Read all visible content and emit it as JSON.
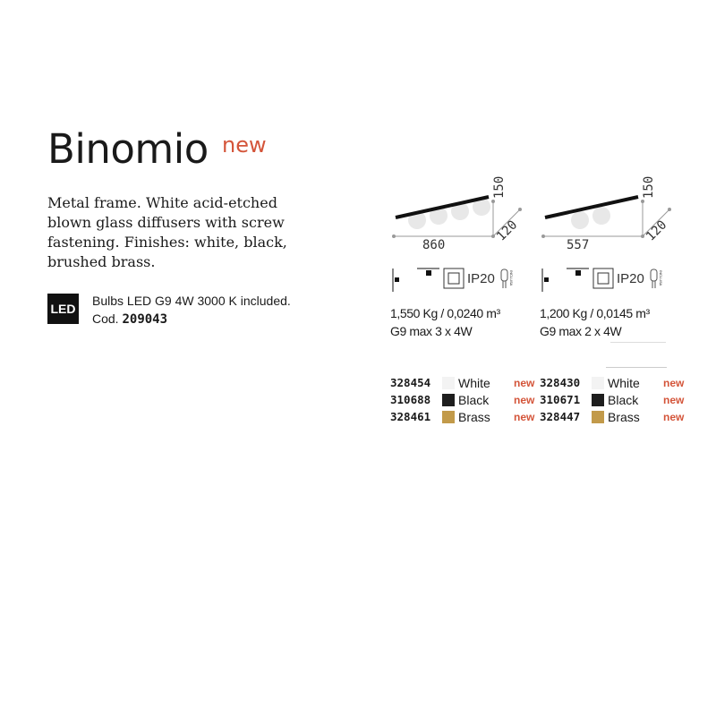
{
  "product": {
    "name": "Binomio",
    "badge": "new",
    "description": "Metal frame. White acid-etched blown glass diffusers with screw fastening. Finishes: white, black, brushed brass.",
    "led_label": "LED",
    "bulbs_text": "Bulbs LED G9 4W 3000 K included.",
    "cod_label": "Cod.",
    "cod_value": "209043"
  },
  "variants": [
    {
      "dims": {
        "length": "860",
        "height": "150",
        "depth": "120"
      },
      "ip": "IP20",
      "bulb_note": "INCLUSA",
      "weight": "1,550 Kg / 0,0240 m³",
      "lamp": "G9 max 3 x 4W",
      "items": [
        {
          "code": "328454",
          "color": "White",
          "badge": "new",
          "swatch": "#f3f3f3"
        },
        {
          "code": "310688",
          "color": "Black",
          "badge": "new",
          "swatch": "#1e1e1e"
        },
        {
          "code": "328461",
          "color": "Brass",
          "badge": "new",
          "swatch": "#c29a4a"
        }
      ]
    },
    {
      "dims": {
        "length": "557",
        "height": "150",
        "depth": "120"
      },
      "ip": "IP20",
      "bulb_note": "INCLUSA",
      "weight": "1,200 Kg / 0,0145 m³",
      "lamp": "G9 max 2 x 4W",
      "items": [
        {
          "code": "328430",
          "color": "White",
          "badge": "new",
          "swatch": "#f3f3f3"
        },
        {
          "code": "310671",
          "color": "Black",
          "badge": "new",
          "swatch": "#1e1e1e"
        },
        {
          "code": "328447",
          "color": "Brass",
          "badge": "new",
          "swatch": "#c29a4a"
        }
      ]
    }
  ]
}
